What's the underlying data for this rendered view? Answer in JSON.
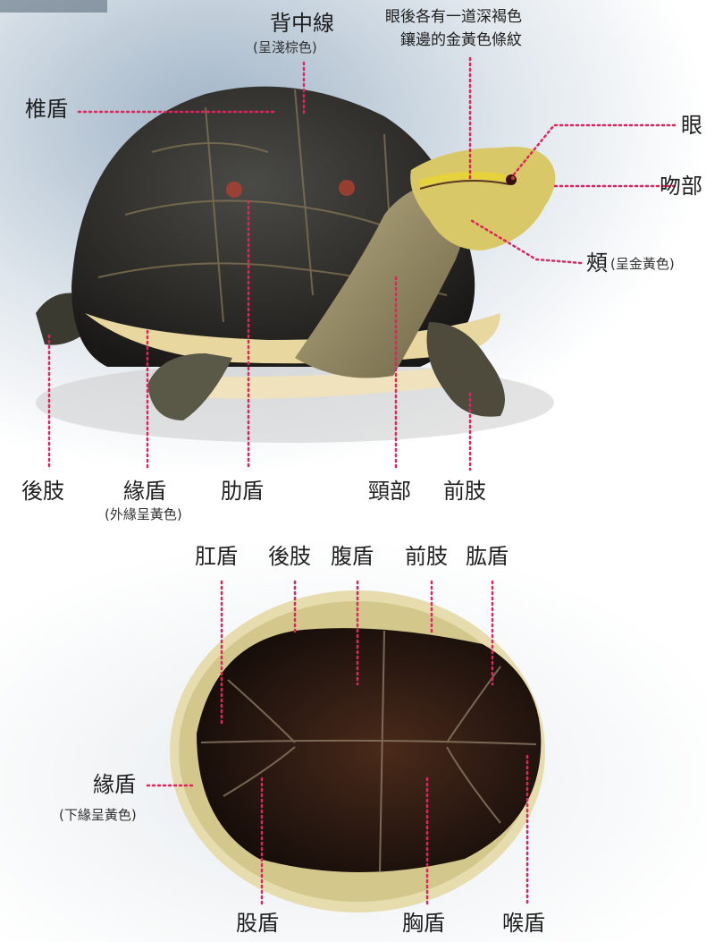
{
  "shell_top": {
    "back_midline": "背中線",
    "back_midline_note": "(呈淺棕色)",
    "eye_stripe_note_line1": "眼後各有一道深褐色",
    "eye_stripe_note_line2": "鑲邊的金黃色條紋",
    "vertebral_scute": "椎盾",
    "eye": "眼",
    "snout": "吻部",
    "cheek": "頰",
    "cheek_note": "(呈金黃色)",
    "hind_limb": "後肢",
    "marginal_scute": "緣盾",
    "marginal_note": "(外緣呈黃色)",
    "costal_scute": "肋盾",
    "neck": "頸部",
    "fore_limb": "前肢"
  },
  "plastron": {
    "anal_scute": "肛盾",
    "hind_limb": "後肢",
    "abdominal_scute": "腹盾",
    "fore_limb": "前肢",
    "humeral_scute": "肱盾",
    "marginal_scute": "緣盾",
    "marginal_note": "(下緣呈黃色)",
    "femoral_scute": "股盾",
    "pectoral_scute": "胸盾",
    "gular_scute": "喉盾"
  },
  "colors": {
    "leader_line": "#e0245e",
    "shell_dark": "#2c2a27",
    "rim_yellow": "#e8d8a0",
    "head_yellow": "#e8d060",
    "plastron_dark": "#2a1a12"
  }
}
